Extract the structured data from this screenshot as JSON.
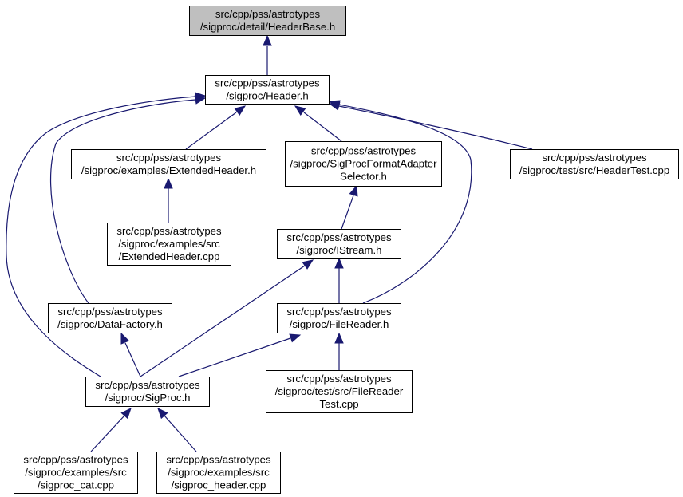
{
  "colors": {
    "edge": "#191970",
    "node_fill": "#ffffff",
    "root_fill": "#bfbfbf",
    "node_border": "#000000"
  },
  "nodes": [
    {
      "id": "headerbase",
      "lines": [
        "src/cpp/pss/astrotypes",
        "/sigproc/detail/HeaderBase.h"
      ],
      "highlighted": true
    },
    {
      "id": "header",
      "lines": [
        "src/cpp/pss/astrotypes",
        "/sigproc/Header.h"
      ]
    },
    {
      "id": "extendedheader-h",
      "lines": [
        "src/cpp/pss/astrotypes",
        "/sigproc/examples/ExtendedHeader.h"
      ]
    },
    {
      "id": "sigprocformatadapterselector",
      "lines": [
        "src/cpp/pss/astrotypes",
        "/sigproc/SigProcFormatAdapter",
        "Selector.h"
      ]
    },
    {
      "id": "headertest",
      "lines": [
        "src/cpp/pss/astrotypes",
        "/sigproc/test/src/HeaderTest.cpp"
      ]
    },
    {
      "id": "extendedheader-cpp",
      "lines": [
        "src/cpp/pss/astrotypes",
        "/sigproc/examples/src",
        "/ExtendedHeader.cpp"
      ]
    },
    {
      "id": "istream",
      "lines": [
        "src/cpp/pss/astrotypes",
        "/sigproc/IStream.h"
      ]
    },
    {
      "id": "datafactory",
      "lines": [
        "src/cpp/pss/astrotypes",
        "/sigproc/DataFactory.h"
      ]
    },
    {
      "id": "filereader",
      "lines": [
        "src/cpp/pss/astrotypes",
        "/sigproc/FileReader.h"
      ]
    },
    {
      "id": "sigproc",
      "lines": [
        "src/cpp/pss/astrotypes",
        "/sigproc/SigProc.h"
      ]
    },
    {
      "id": "filereadertest",
      "lines": [
        "src/cpp/pss/astrotypes",
        "/sigproc/test/src/FileReader",
        "Test.cpp"
      ]
    },
    {
      "id": "sigproc-cat",
      "lines": [
        "src/cpp/pss/astrotypes",
        "/sigproc/examples/src",
        "/sigproc_cat.cpp"
      ]
    },
    {
      "id": "sigproc-header",
      "lines": [
        "src/cpp/pss/astrotypes",
        "/sigproc/examples/src",
        "/sigproc_header.cpp"
      ]
    }
  ],
  "edges": [
    {
      "from": "header",
      "to": "headerbase"
    },
    {
      "from": "extendedheader-h",
      "to": "header"
    },
    {
      "from": "sigprocformatadapterselector",
      "to": "header"
    },
    {
      "from": "headertest",
      "to": "header"
    },
    {
      "from": "filereader",
      "to": "header"
    },
    {
      "from": "datafactory",
      "to": "header"
    },
    {
      "from": "sigproc",
      "to": "header"
    },
    {
      "from": "extendedheader-cpp",
      "to": "extendedheader-h"
    },
    {
      "from": "istream",
      "to": "sigprocformatadapterselector"
    },
    {
      "from": "filereader",
      "to": "istream"
    },
    {
      "from": "sigproc",
      "to": "istream"
    },
    {
      "from": "sigproc",
      "to": "datafactory"
    },
    {
      "from": "sigproc",
      "to": "filereader"
    },
    {
      "from": "filereadertest",
      "to": "filereader"
    },
    {
      "from": "sigproc-cat",
      "to": "sigproc"
    },
    {
      "from": "sigproc-header",
      "to": "sigproc"
    }
  ]
}
